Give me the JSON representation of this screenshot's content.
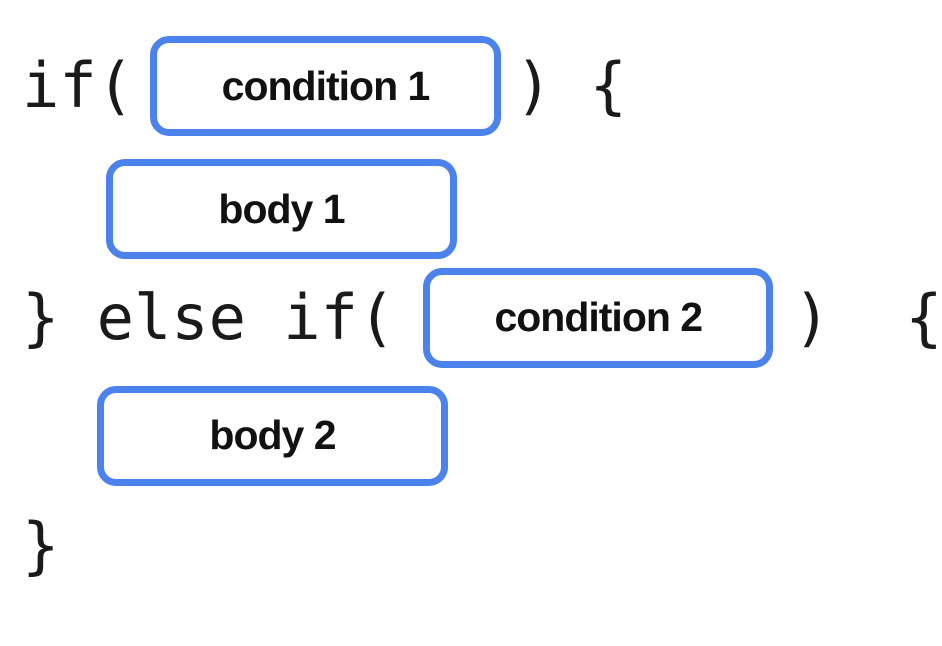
{
  "diagram": {
    "background": "#ffffff",
    "accent_blue": "#4C82EC",
    "code_color": "#1a1a1a",
    "label_color": "#111111"
  },
  "code": {
    "if_open": "if(",
    "if_close": ") {",
    "elseif_open": "} else if(",
    "elseif_close": ")  {",
    "closing_brace": "}"
  },
  "slots": {
    "condition1": "condition 1",
    "body1": "body 1",
    "condition2": "condition 2",
    "body2": "body 2"
  }
}
